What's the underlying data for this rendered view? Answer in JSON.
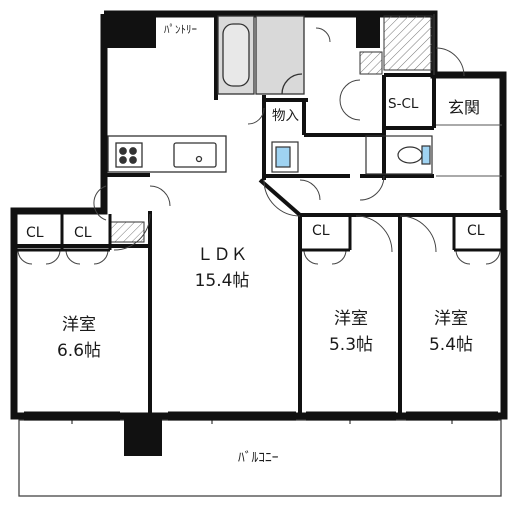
{
  "labels": {
    "pantry": "ﾊﾟﾝﾄﾘｰ",
    "storage": "物入",
    "s_cl": "S-CL",
    "entrance": "玄関",
    "ldk_name": "ＬＤＫ",
    "ldk_size": "15.4帖",
    "room_left_name": "洋室",
    "room_left_size": "6.6帖",
    "room_mid_name": "洋室",
    "room_mid_size": "5.3帖",
    "room_right_name": "洋室",
    "room_right_size": "5.4帖",
    "cl_1": "CL",
    "cl_2": "CL",
    "cl_3": "CL",
    "cl_4": "CL",
    "balcony": "ﾊﾞﾙｺﾆｰ"
  },
  "colors": {
    "wall": "#111111",
    "line": "#333333",
    "hatch": "#777777",
    "unit_bath": "#d9d9d9",
    "fixture": "#9fd3f2"
  }
}
